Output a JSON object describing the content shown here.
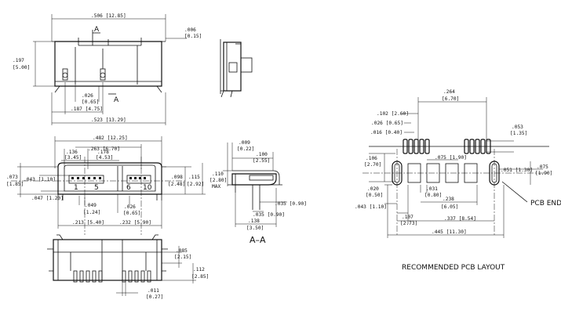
{
  "labels": {
    "top_section_mark": "A",
    "bottom_section_mark": "A",
    "section_title": "A–A",
    "pcb_layout_title": "RECOMMENDED  PCB  LAYOUT",
    "pcb_end": "PCB  END",
    "max": "MAX"
  },
  "pins": {
    "p1": "1",
    "p5": "5",
    "p6": "6",
    "p10": "10"
  },
  "dims": {
    "top_width": ".506  [12.85]",
    "top_006": ".006",
    "top_015": "[0.15]",
    "top_197": ".197",
    "top_500": "[5.00]",
    "top_026": ".026",
    "top_065": "[0.65]",
    "top_187": ".187  [4.75]",
    "top_523": ".523  [13.29]",
    "front_482": ".482  [12.25]",
    "front_136": ".136",
    "front_345": "[3.45]",
    "front_178": ".178",
    "front_453": "[4.53]",
    "front_263": ".263  [6.70]",
    "front_073": ".073",
    "front_185": "[1.85]",
    "front_043": ".043  [1.10]",
    "front_047": ".047  [1.20]",
    "front_049": ".049",
    "front_124": "[1.24]",
    "front_026": ".026",
    "front_065": "[0.65]",
    "front_098": ".098",
    "front_248": "[2.48]",
    "front_115": ".115",
    "front_292": "[2.92]",
    "front_213": ".213  [5.40]",
    "front_232": ".232  [5.90]",
    "sec_009": ".009",
    "sec_022": "[0.22]",
    "sec_100": ".100",
    "sec_255": "[2.55]",
    "sec_110": ".110",
    "sec_280": "[2.80]",
    "sec_035a": ".035  [0.90]",
    "sec_035b": ".035  [0.90]",
    "sec_138": ".138",
    "sec_350": "[3.50]",
    "bot_085": ".085",
    "bot_215": "[2.15]",
    "bot_112": ".112",
    "bot_285": "[2.85]",
    "bot_011": ".011",
    "bot_027": "[0.27]",
    "pcb_264": ".264",
    "pcb_670": "[6.70]",
    "pcb_102": ".102  [2.60]",
    "pcb_026": ".026  [0.65]",
    "pcb_016": ".016  [0.40]",
    "pcb_053": ".053",
    "pcb_135": "[1.35]",
    "pcb_106": ".106",
    "pcb_270": "[2.70]",
    "pcb_075a": ".075  [1.90]",
    "pcb_051": ".051  [1.30]",
    "pcb_075b": ".075",
    "pcb_190": "[1.90]",
    "pcb_020": ".020",
    "pcb_050": "[0.50]",
    "pcb_031": ".031",
    "pcb_080": "[0.80]",
    "pcb_238": ".238",
    "pcb_605": "[6.05]",
    "pcb_043": ".043  [1.10]",
    "pcb_107": ".107",
    "pcb_273": "[2.73]",
    "pcb_337": ".337  [8.54]",
    "pcb_445": ".445  [11.30]"
  }
}
